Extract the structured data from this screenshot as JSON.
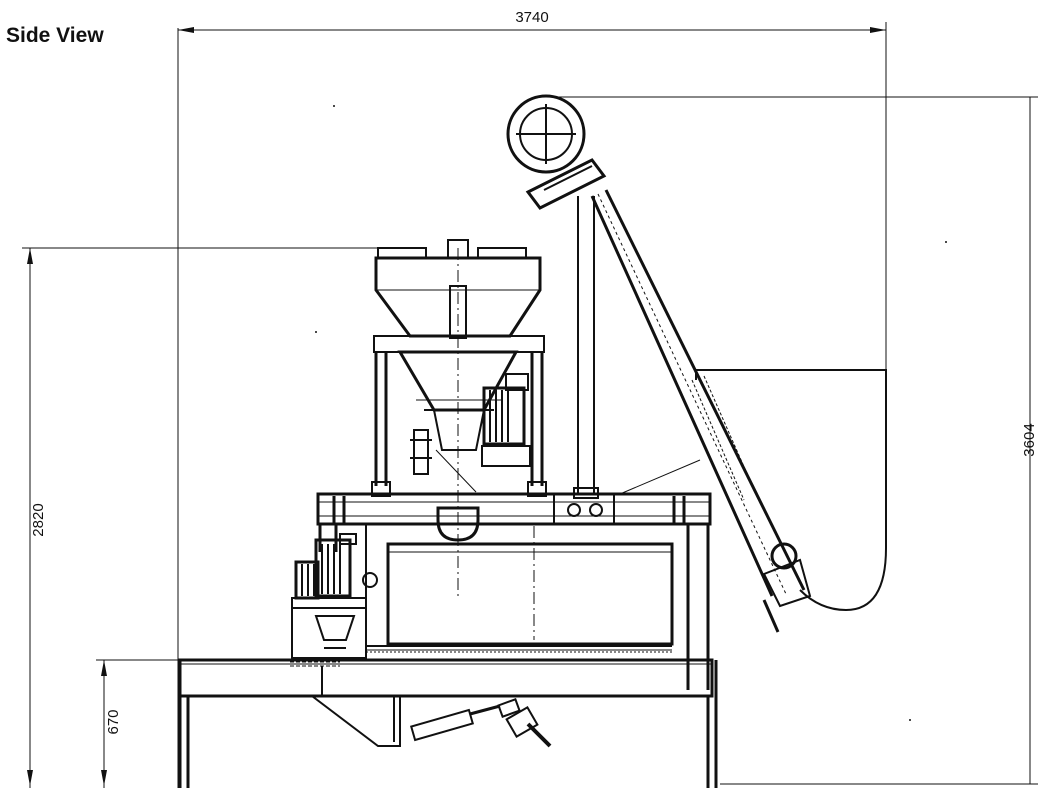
{
  "title": "Side View",
  "dimensions": {
    "overall_width": "3740",
    "hopper_height": "2820",
    "platform_height": "670",
    "overall_height": "3604"
  }
}
